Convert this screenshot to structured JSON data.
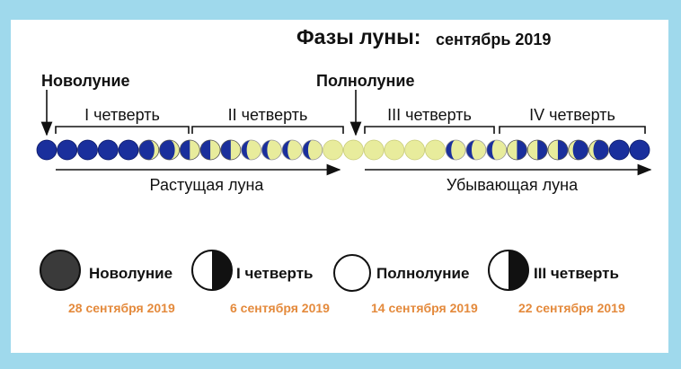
{
  "title": {
    "main": "Фазы луны:",
    "sub": "сентябрь 2019"
  },
  "markers": {
    "new_moon": "Новолуние",
    "full_moon": "Полнолуние"
  },
  "quarters": [
    "I четверть",
    "II четверть",
    "III четверть",
    "IV четверть"
  ],
  "directions": {
    "waxing": "Растущая луна",
    "waning": "Убывающая луна"
  },
  "moon_sequence": [
    "new",
    "new",
    "new",
    "new",
    "new",
    "new-crescent",
    "new-crescent",
    "first-quarter",
    "first-quarter",
    "first-quarter",
    "gibbous",
    "gibbous",
    "gibbous",
    "gibbous",
    "full",
    "full",
    "full",
    "full",
    "full",
    "full",
    "gibbous",
    "gibbous",
    "gibbous",
    "third-quarter",
    "third-quarter",
    "third-quarter",
    "crescent",
    "crescent",
    "new",
    "new"
  ],
  "colors": {
    "dark": "#1a2f9c",
    "light": "#e8ec9c",
    "date_accent": "#e48a3c",
    "background": "#9fd9ec"
  },
  "legend": [
    {
      "icon": "new-moon-icon",
      "name": "Новолуние",
      "date": "28 сентября 2019"
    },
    {
      "icon": "first-quarter-icon",
      "name": "I четверть",
      "date": "6 сентября 2019"
    },
    {
      "icon": "full-moon-icon",
      "name": "Полнолуние",
      "date": "14 сентября 2019"
    },
    {
      "icon": "third-quarter-icon",
      "name": "III четверть",
      "date": "22 сентября 2019"
    }
  ]
}
